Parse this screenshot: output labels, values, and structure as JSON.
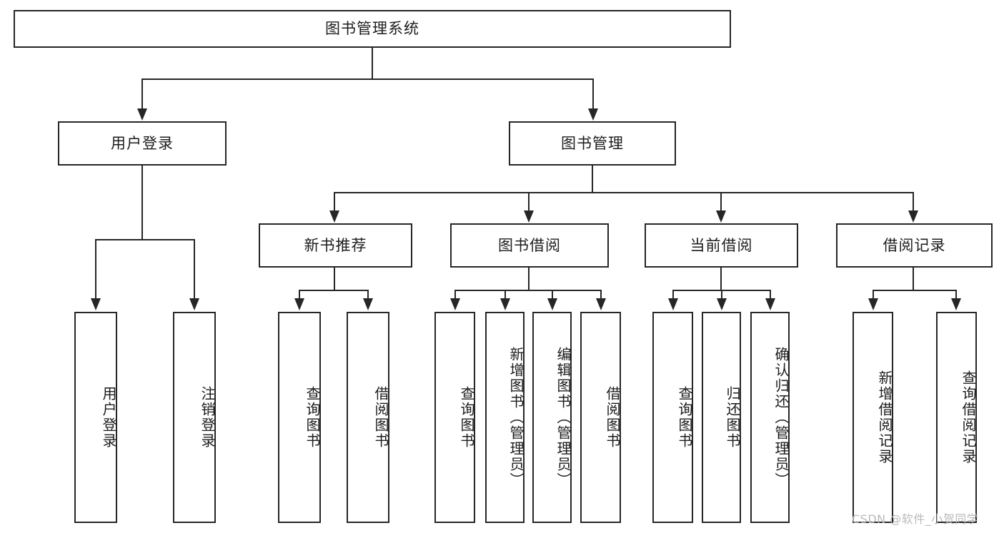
{
  "diagram": {
    "title": "图书管理系统",
    "type": "tree-hierarchy-chart",
    "root": {
      "label": "图书管理系统"
    },
    "level2": [
      {
        "label": "用户登录"
      },
      {
        "label": "图书管理"
      }
    ],
    "level3": [
      {
        "label": "新书推荐"
      },
      {
        "label": "图书借阅"
      },
      {
        "label": "当前借阅"
      },
      {
        "label": "借阅记录"
      }
    ],
    "leaves": {
      "user_login": [
        {
          "label": "用户登录"
        },
        {
          "label": "注销登录"
        }
      ],
      "new_book_recommend": [
        {
          "label": "查询图书"
        },
        {
          "label": "借阅图书"
        }
      ],
      "book_borrow": [
        {
          "label": "查询图书"
        },
        {
          "label": "新增图书（管理员）"
        },
        {
          "label": "编辑图书（管理员）"
        },
        {
          "label": "借阅图书"
        }
      ],
      "current_borrow": [
        {
          "label": "查询图书"
        },
        {
          "label": "归还图书"
        },
        {
          "label": "确认归还（管理员）"
        }
      ],
      "borrow_record": [
        {
          "label": "新增借阅记录"
        },
        {
          "label": "查询借阅记录"
        }
      ]
    }
  },
  "watermark": {
    "text": "CSDN @软件_小贺同学"
  },
  "colors": {
    "stroke": "#262626",
    "fill": "#ffffff",
    "text": "#1c1c1c",
    "watermark": "#b9b9b9"
  }
}
